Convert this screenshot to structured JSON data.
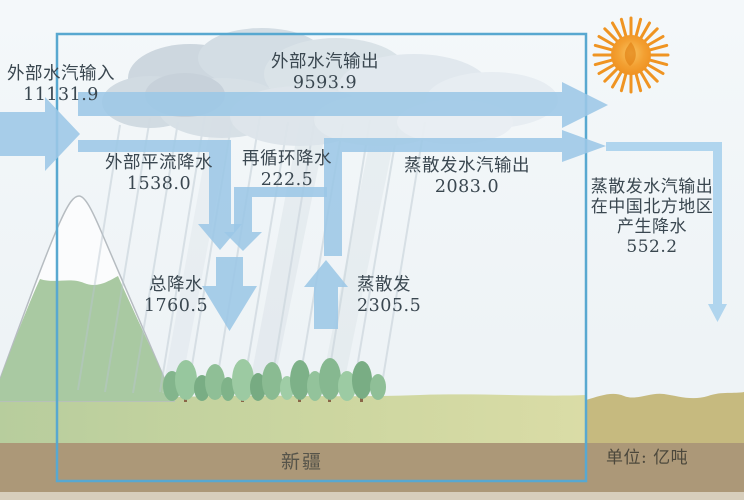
{
  "region_label": "新疆",
  "unit_label": "单位: 亿吨",
  "flows": {
    "external_input": {
      "label": "外部水汽输入",
      "value": "11131.9"
    },
    "external_output": {
      "label": "外部水汽输出",
      "value": "9593.9"
    },
    "external_advection_precip": {
      "label": "外部平流降水",
      "value": "1538.0"
    },
    "recycled_precip": {
      "label": "再循环降水",
      "value": "222.5"
    },
    "evap_vapor_output": {
      "label": "蒸散发水汽输出",
      "value": "2083.0"
    },
    "evap_output_precip_north_china": {
      "line1": "蒸散发水汽输出",
      "line2": "在中国北方地区",
      "line3": "产生降水",
      "value": "552.2"
    },
    "total_precip": {
      "label": "总降水",
      "value": "1760.5"
    },
    "evapotranspiration": {
      "label": "蒸散发",
      "value": "2305.5"
    }
  },
  "colors": {
    "arrow-blue": "#9cc7e6",
    "arrow-blue-light": "#a9d2ec",
    "frame-blue": "#58a8d0",
    "sun-orange": "#ef9422",
    "mountain-green": "#a9c9a2",
    "sand": "#c6ba7f",
    "soil-brown": "#ac9878",
    "text-dark": "#3a4750"
  }
}
